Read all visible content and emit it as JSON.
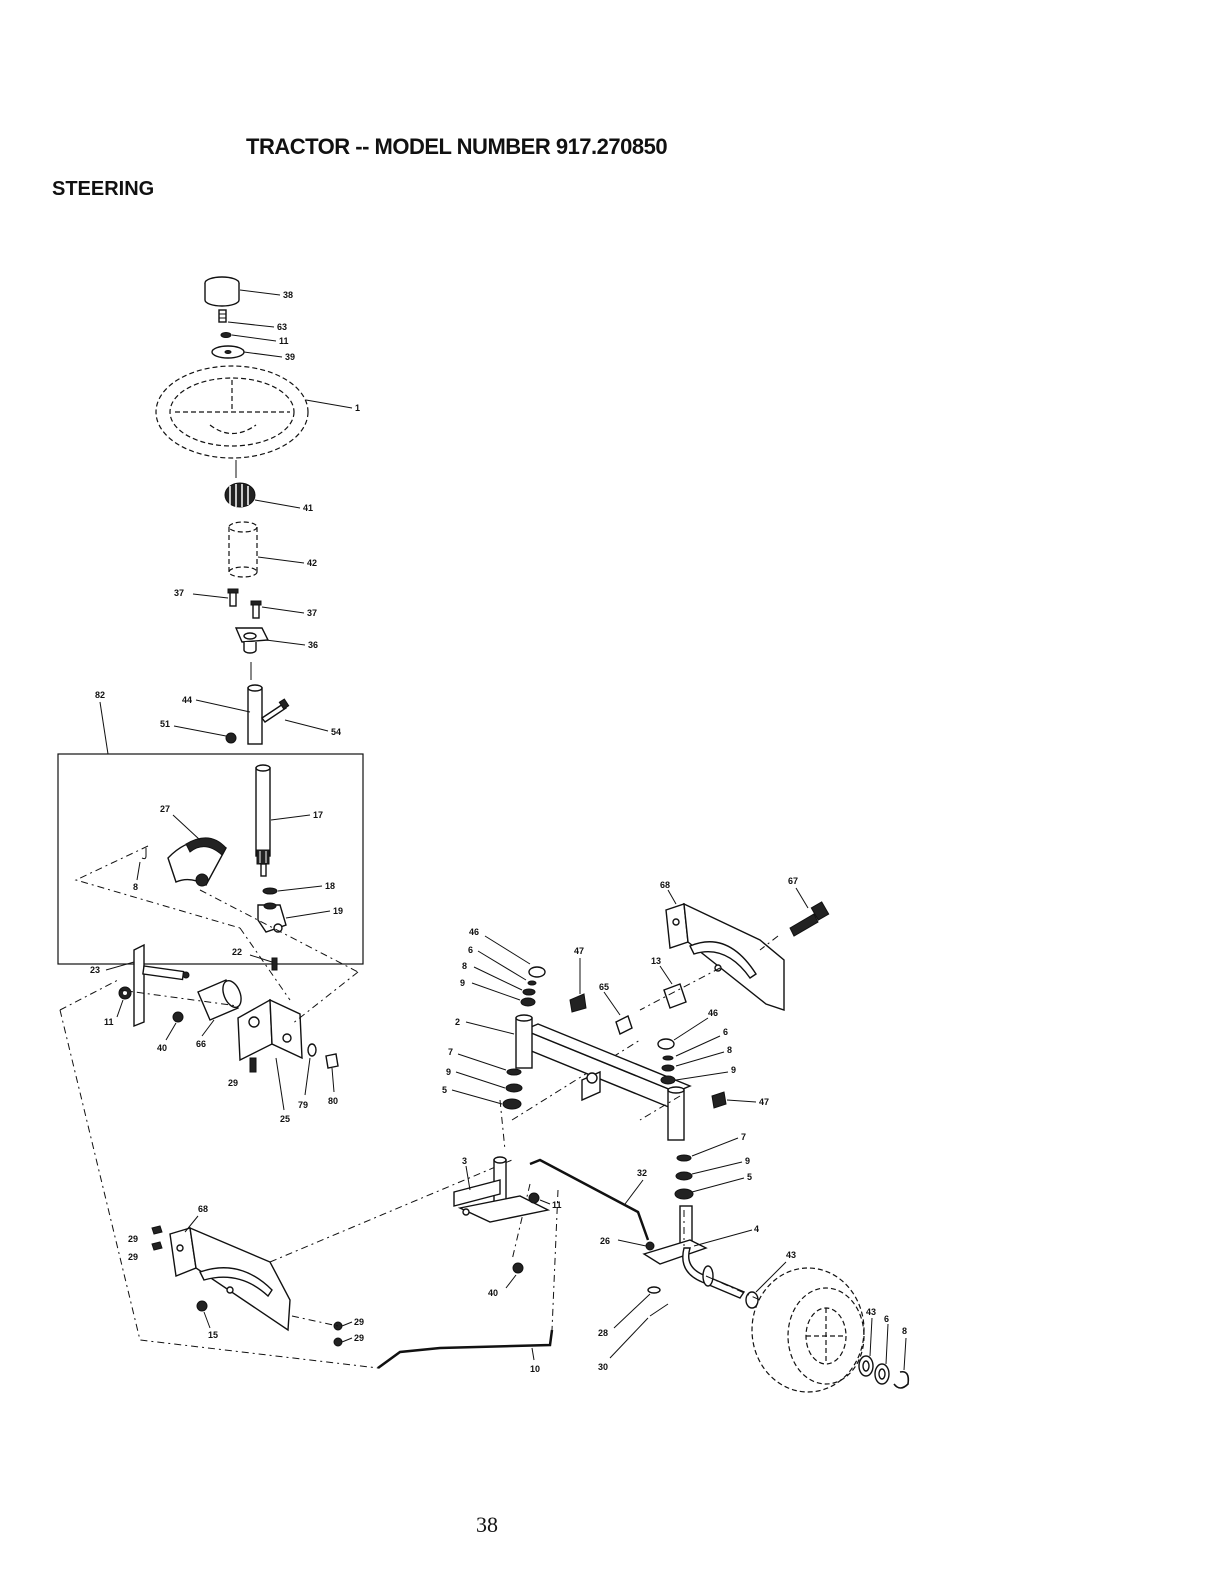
{
  "header": {
    "title": "TRACTOR -- MODEL NUMBER 917.270850",
    "section": "STEERING"
  },
  "footer": {
    "page_number": "38"
  },
  "callouts": {
    "c38": "38",
    "c63": "63",
    "c11a": "11",
    "c39": "39",
    "c1": "1",
    "c41": "41",
    "c42": "42",
    "c37a": "37",
    "c37b": "37",
    "c36": "36",
    "c82": "82",
    "c44": "44",
    "c54": "54",
    "c51": "51",
    "c17": "17",
    "c27": "27",
    "c8a": "8",
    "c18": "18",
    "c19": "19",
    "c22": "22",
    "c23": "23",
    "c11b": "11",
    "c40a": "40",
    "c66": "66",
    "c29a": "29",
    "c25": "25",
    "c79": "79",
    "c80": "80",
    "c46a": "46",
    "c6a": "6",
    "c8b": "8",
    "c9a": "9",
    "c47a": "47",
    "c65": "65",
    "c13": "13",
    "c68a": "68",
    "c67": "67",
    "c46b": "46",
    "c6b": "6",
    "c8c": "8",
    "c9b": "9",
    "c47b": "47",
    "c2": "2",
    "c7a": "7",
    "c9c": "9",
    "c5a": "5",
    "c7b": "7",
    "c9d": "9",
    "c5b": "5",
    "c3": "3",
    "c11c": "11",
    "c32": "32",
    "c26": "26",
    "c4": "4",
    "c40b": "40",
    "c28": "28",
    "c30": "30",
    "c43a": "43",
    "c43b": "43",
    "c6c": "6",
    "c8d": "8",
    "c10": "10",
    "c68b": "68",
    "c29b": "29",
    "c29c": "29",
    "c15": "15",
    "c29d": "29",
    "c29e": "29"
  }
}
